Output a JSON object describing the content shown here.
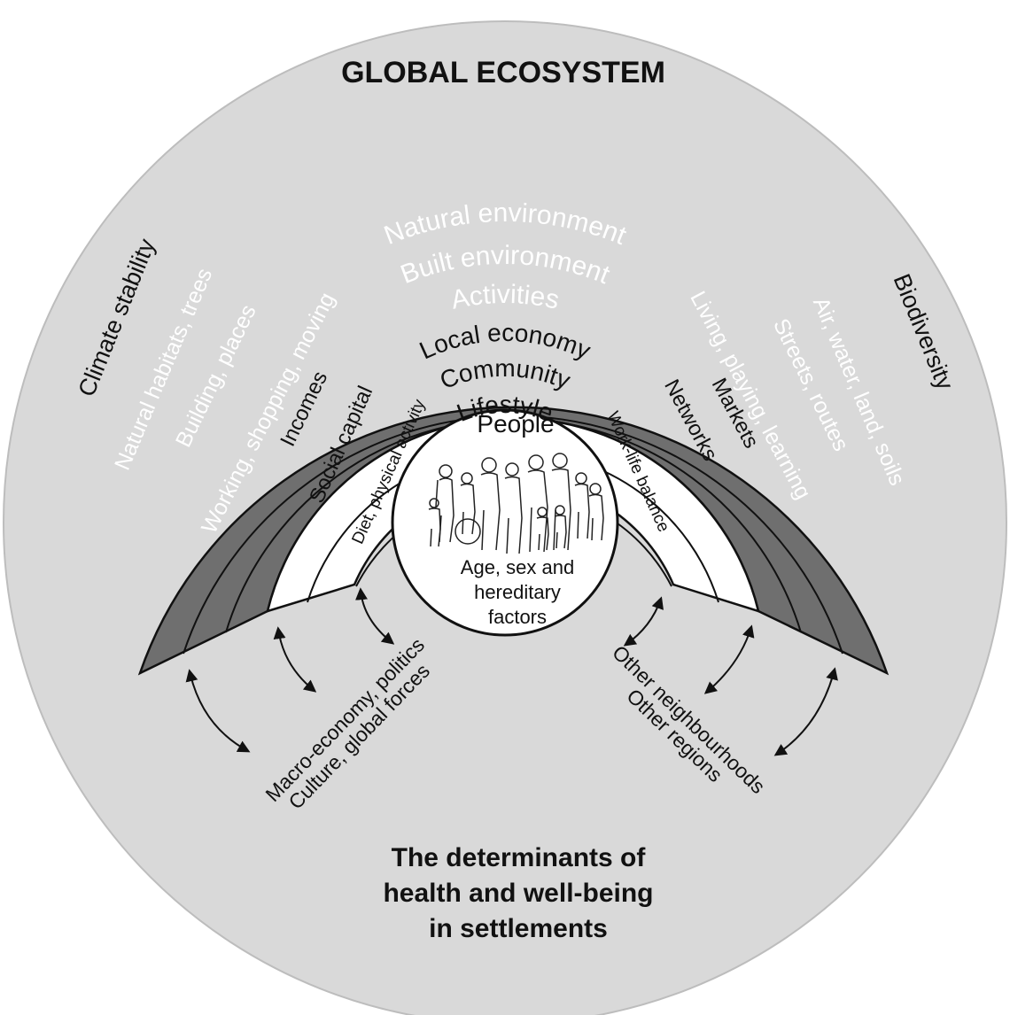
{
  "global_title": "GLOBAL ECOSYSTEM",
  "outer_left": "Climate stability",
  "outer_right": "Biodiversity",
  "spheres": {
    "natural": {
      "title": "Natural environment",
      "left": "Natural habitats, trees",
      "right": "Air, water, land, soils"
    },
    "built": {
      "title": "Built environment",
      "left": "Building, places",
      "right": "Streets, routes"
    },
    "activities": {
      "title": "Activities",
      "left": "Working, shopping, moving",
      "right": "Living, playing, learning"
    },
    "economy": {
      "title": "Local economy",
      "left": "Incomes",
      "right": "Markets"
    },
    "community": {
      "title": "Community",
      "left": "Social capital",
      "right": "Networks"
    },
    "lifestyle": {
      "title": "Lifestyle",
      "left": "Diet, physical activity",
      "right": "Work-life balance"
    }
  },
  "people": {
    "title": "People",
    "line1": "Age, sex and",
    "line2": "hereditary",
    "line3": "factors"
  },
  "external_left": {
    "line1": "Macro-economy, politics",
    "line2": "Culture, global forces"
  },
  "external_right": {
    "line1": "Other neighbourhoods",
    "line2": "Other regions"
  },
  "caption": {
    "line1": "The determinants of",
    "line2": "health and well-being",
    "line3": "in settlements"
  },
  "colors": {
    "background_disc": "#d9d9d9",
    "dark_band": "#6f6f6f",
    "inner_white": "#ffffff",
    "stroke": "#111111"
  }
}
